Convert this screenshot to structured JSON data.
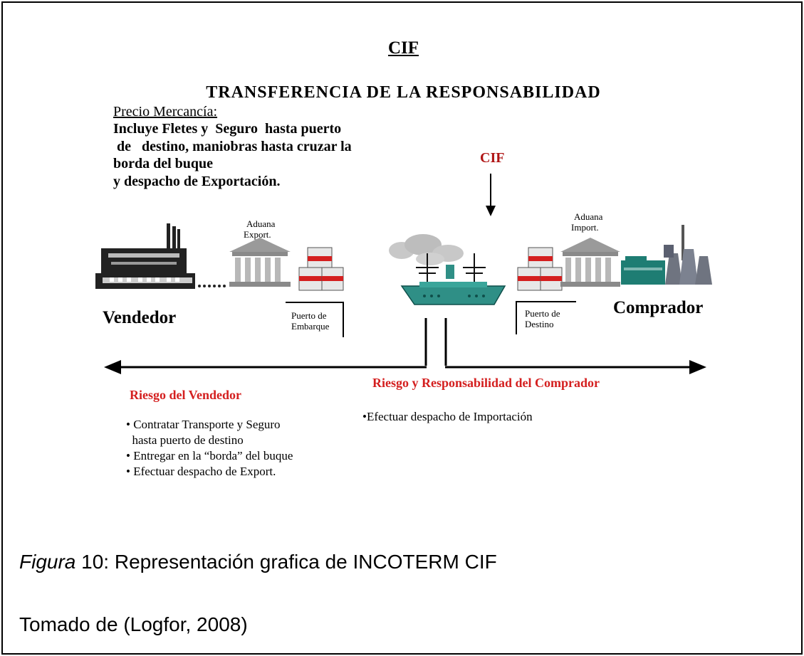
{
  "diagram": {
    "title": "CIF",
    "subtitle": "TRANSFERENCIA DE LA RESPONSABILIDAD",
    "price": {
      "label": "Precio Mercancía:",
      "lines": [
        "Incluye Fletes y  Seguro  hasta puerto",
        " de   destino, maniobras hasta cruzar la",
        "borda del buque",
        "y despacho de Exportación."
      ]
    },
    "transfer_point": "CIF",
    "customs_export": [
      "Aduana",
      "Export."
    ],
    "customs_import": [
      "Aduana",
      "Import."
    ],
    "port_origin": [
      "Puerto de",
      "Embarque"
    ],
    "port_destination": [
      "Puerto de",
      "Destino"
    ],
    "seller": "Vendedor",
    "buyer": "Comprador",
    "seller_risk": {
      "title": "Riesgo del Vendedor",
      "items": [
        "• Contratar Transporte y Seguro",
        "  hasta puerto de destino",
        "• Entregar en la “borda” del buque",
        "• Efectuar despacho de Export."
      ]
    },
    "buyer_risk": {
      "title": "Riesgo y Responsabilidad del Comprador",
      "items": [
        "•Efectuar despacho de Importación"
      ]
    }
  },
  "caption": {
    "figure_word": "Figura",
    "text": " 10: Representación grafica de INCOTERM CIF"
  },
  "source": "Tomado de (Logfor, 2008)",
  "colors": {
    "red": "#d41f1f",
    "dark_red": "#b01515",
    "ship": "#2f8f86"
  }
}
